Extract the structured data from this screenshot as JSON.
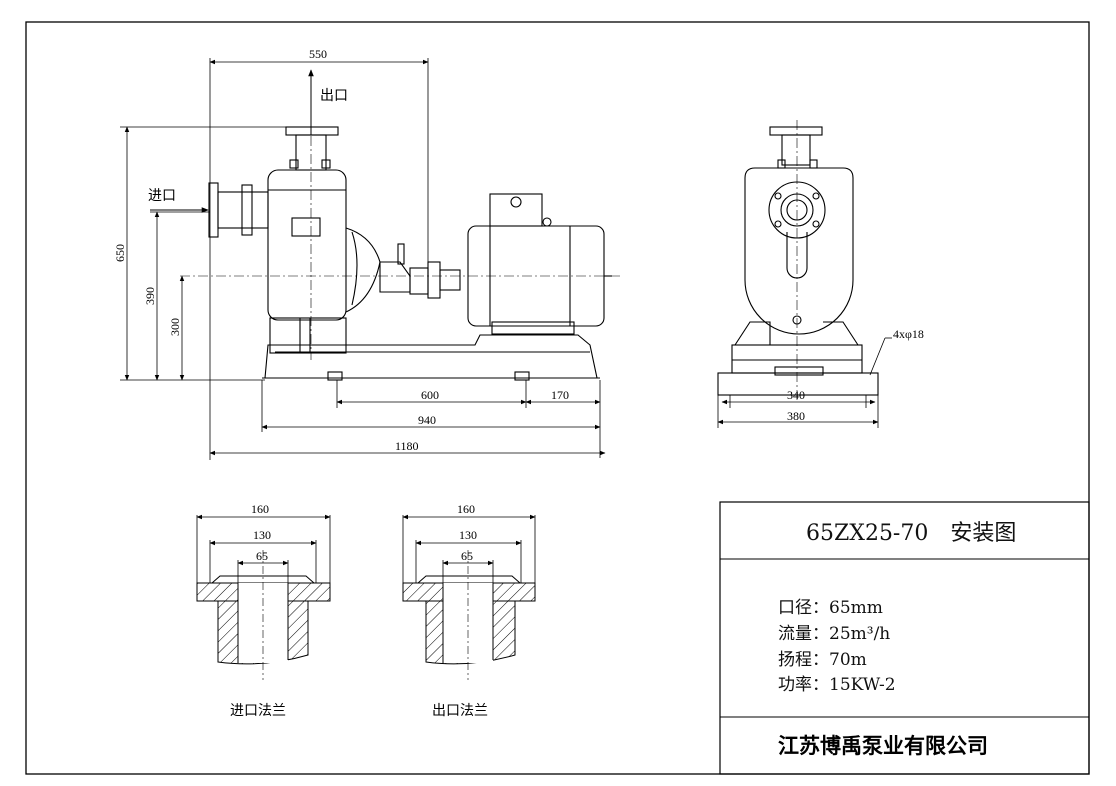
{
  "labels": {
    "outlet": "出口",
    "inlet": "进口"
  },
  "dims": {
    "d550": "550",
    "d650": "650",
    "d390": "390",
    "d300": "300",
    "d600": "600",
    "d170": "170",
    "d940": "940",
    "d1180": "1180",
    "d340": "340",
    "d380": "380",
    "holes": "4xφ18"
  },
  "flanges": {
    "inlet": {
      "d_outer": "160",
      "d_bolt": "130",
      "d_bore": "65",
      "caption": "进口法兰"
    },
    "outlet": {
      "d_outer": "160",
      "d_bolt": "130",
      "d_bore": "65",
      "caption": "出口法兰"
    }
  },
  "title_block": {
    "title": "65ZX25-70　安装图",
    "specs": [
      "口径：65mm",
      "流量：25m³/h",
      "扬程：70m",
      "功率：15KW-2"
    ],
    "company": "江苏博禹泵业有限公司"
  }
}
